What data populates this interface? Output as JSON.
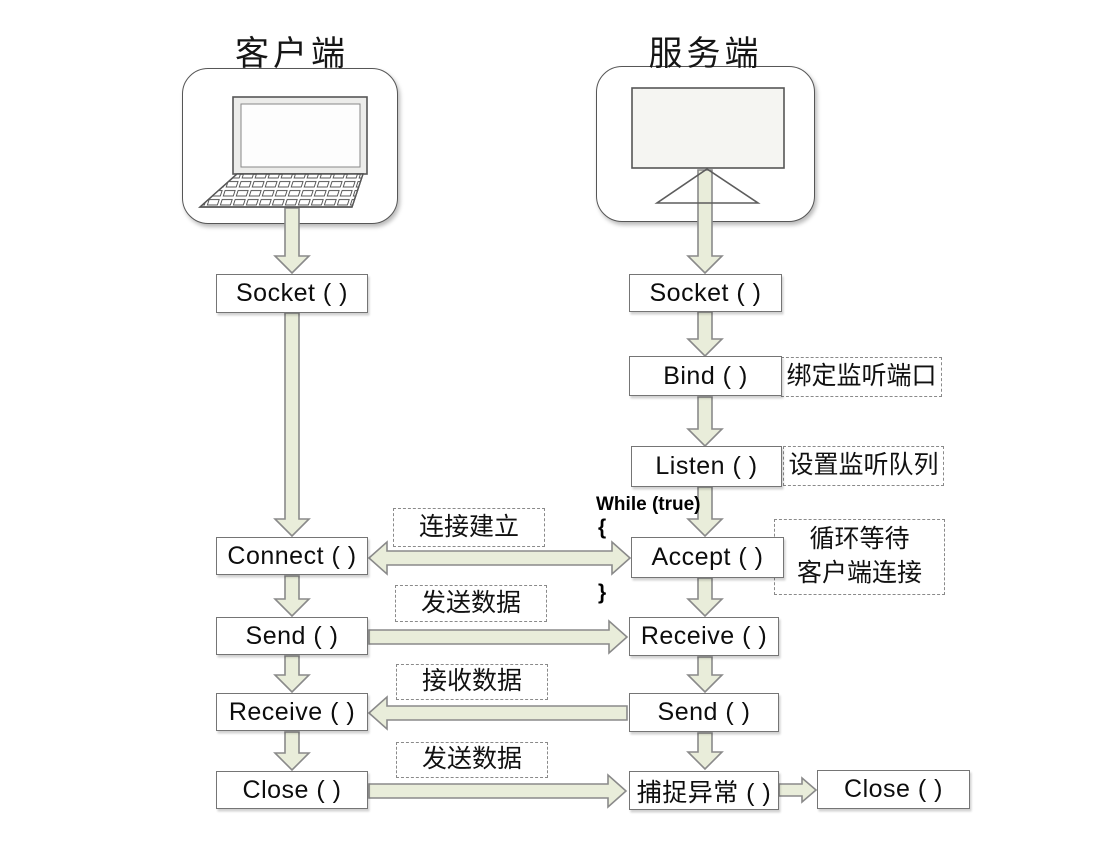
{
  "client": {
    "title": "客户端",
    "steps": [
      "Socket ( )",
      "Connect ( )",
      "Send ( )",
      "Receive ( )",
      "Close ( )"
    ]
  },
  "server": {
    "title": "服务端",
    "steps": [
      "Socket ( )",
      "Bind ( )",
      "Listen ( )",
      "Accept ( )",
      "Receive ( )",
      "Send ( )",
      "捕捉异常 ( )",
      "Close ( )"
    ]
  },
  "side_notes": {
    "bind": "绑定监听端口",
    "listen": "设置监听队列",
    "accept_line1": "循环等待",
    "accept_line2": "客户端连接"
  },
  "loop": {
    "while_text": "While (true)",
    "open_brace": "{",
    "close_brace": "}"
  },
  "link_labels": {
    "connect_accept": "连接建立",
    "send_data_top": "发送数据",
    "receive_data": "接收数据",
    "send_data_bottom": "发送数据"
  },
  "colors": {
    "arrow_fill": "#e9edda",
    "arrow_stroke": "#8a8a8a",
    "box_border": "#757575",
    "dashed_border": "#8a8a8a"
  }
}
